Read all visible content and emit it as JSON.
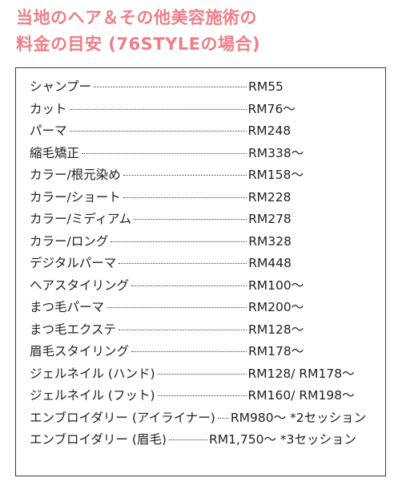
{
  "header": {
    "title_line1": "当地のヘア＆その他美容施術の",
    "title_line2": "料金の目安 (76STYLEの場合)"
  },
  "colors": {
    "title": "#ef7e86",
    "border": "#3c3c3c",
    "text": "#222222"
  },
  "price_list": [
    {
      "name": "シャンプー",
      "price": "RM55"
    },
    {
      "name": "カット",
      "price": "RM76〜"
    },
    {
      "name": "パーマ",
      "price": "RM248"
    },
    {
      "name": "縮毛矯正",
      "price": "RM338〜"
    },
    {
      "name": "カラー/根元染め",
      "price": "RM158〜"
    },
    {
      "name": "カラー/ショート",
      "price": "RM228"
    },
    {
      "name": "カラー/ミディアム",
      "price": "RM278"
    },
    {
      "name": "カラー/ロング",
      "price": "RM328"
    },
    {
      "name": "デジタルパーマ",
      "price": "RM448"
    },
    {
      "name": "ヘアスタイリング",
      "price": "RM100〜"
    },
    {
      "name": "まつ毛パーマ",
      "price": "RM200〜"
    },
    {
      "name": "まつ毛エクステ",
      "price": "RM128〜"
    },
    {
      "name": "眉毛スタイリング",
      "price": "RM178〜"
    },
    {
      "name": "ジェルネイル (ハンド)",
      "price": "RM128/ RM178〜"
    },
    {
      "name": "ジェルネイル (フット)",
      "price": "RM160/ RM198〜"
    },
    {
      "name": "エンブロイダリー (アイライナー)",
      "price": "RM980〜 *2セッション"
    },
    {
      "name": "エンブロイダリー (眉毛)",
      "price": "RM1,750〜 *3セッション"
    }
  ]
}
